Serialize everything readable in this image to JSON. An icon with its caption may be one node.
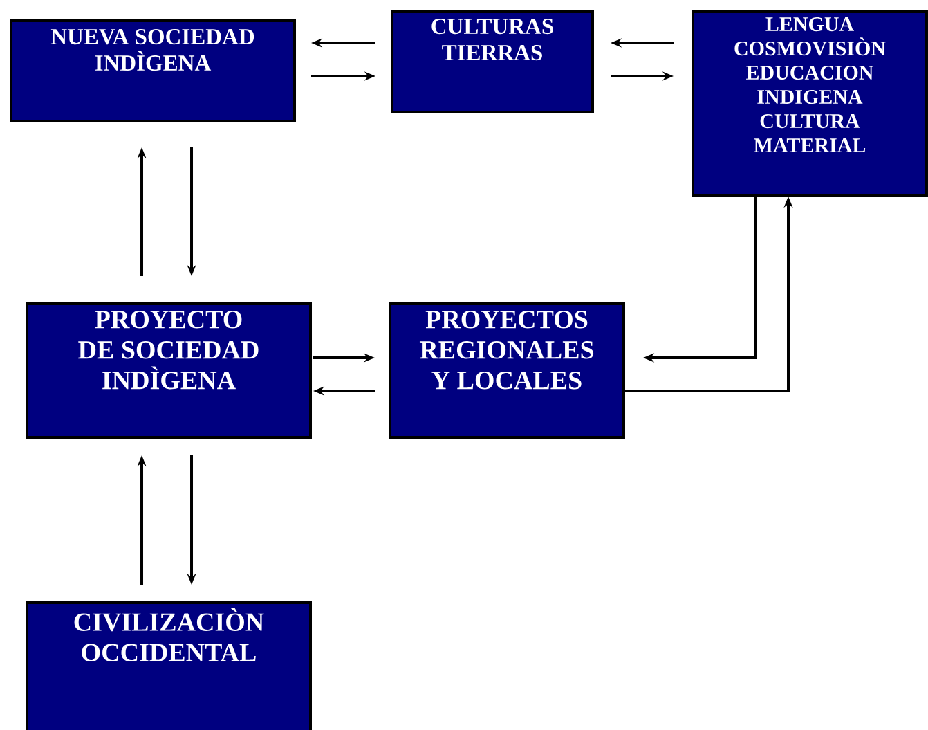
{
  "diagram": {
    "nodes": [
      {
        "text": [
          "NUEVA SOCIEDAD INDÌGENA"
        ]
      },
      {
        "text": [
          "CULTURAS TIERRAS"
        ]
      },
      {
        "text": [
          "LENGUA COSMOVISIÒN EDUCACION INDIGENA CULTURA MATERIAL"
        ]
      },
      {
        "text": [
          "PROYECTO DE SOCIEDAD INDÌGENA"
        ]
      },
      {
        "text": [
          "PROYECTOS REGIONALES Y LOCALES"
        ]
      },
      {
        "text": [
          "CIVILIZACIÒN OCCIDENTAL"
        ]
      }
    ],
    "edges": [
      {
        "from": 1,
        "to": 0,
        "arrow": "to"
      },
      {
        "from": 0,
        "to": 1,
        "arrow": "to"
      },
      {
        "from": 2,
        "to": 1,
        "arrow": "to"
      },
      {
        "from": 1,
        "to": 2,
        "arrow": "to"
      },
      {
        "from": 3,
        "to": 0,
        "arrow": "to"
      },
      {
        "from": 0,
        "to": 3,
        "arrow": "to"
      },
      {
        "from": 2,
        "to": 4,
        "arrow": "to"
      },
      {
        "from": 4,
        "to": 2,
        "arrow": "to"
      },
      {
        "from": 3,
        "to": 4,
        "arrow": "to"
      },
      {
        "from": 4,
        "to": 3,
        "arrow": "to"
      },
      {
        "from": 5,
        "to": 3,
        "arrow": "to"
      },
      {
        "from": 3,
        "to": 5,
        "arrow": "to"
      }
    ]
  }
}
